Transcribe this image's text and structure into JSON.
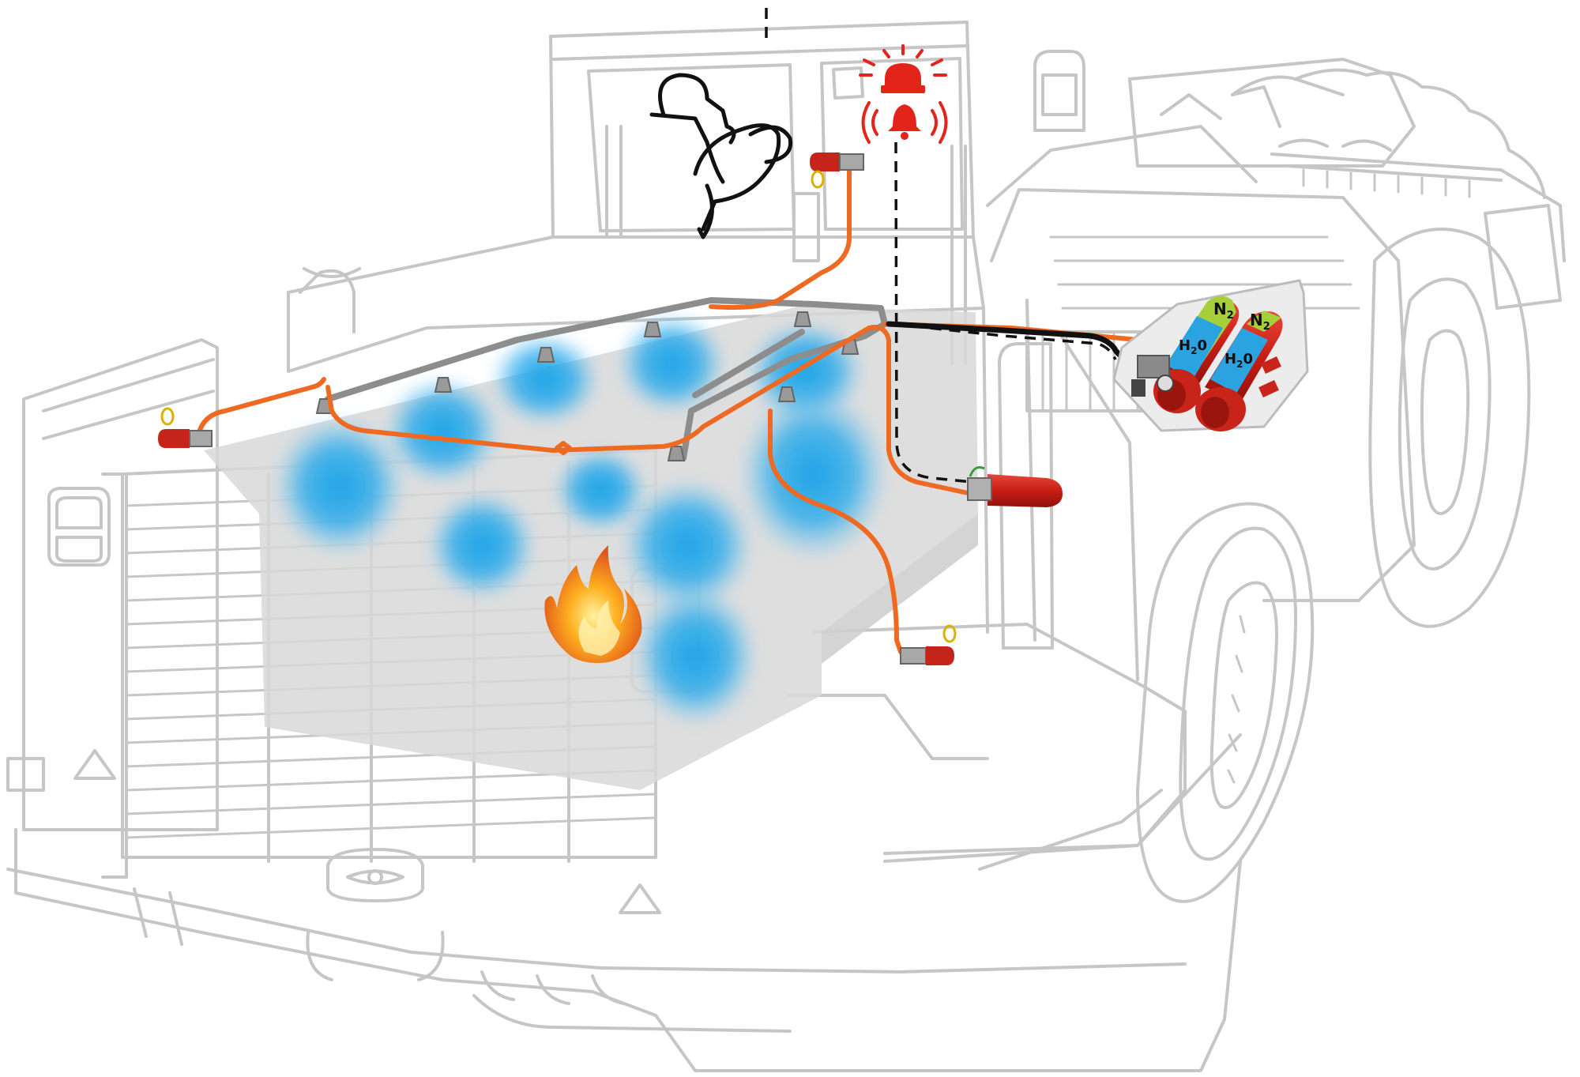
{
  "diagram": {
    "cylinders": [
      {
        "top_label": "N",
        "top_subscript": "2",
        "bottom_label": "H",
        "bottom_subscript": "2",
        "bottom_suffix": "0"
      },
      {
        "top_label": "N",
        "top_subscript": "2",
        "bottom_label": "H",
        "bottom_subscript": "2",
        "bottom_suffix": "0"
      }
    ],
    "colors": {
      "vehicle_outline": "#c6c6c6",
      "distribution_pipe": "#ee6a22",
      "nozzle_manifold": "#8d8d8d",
      "mist": "#1aa3e8",
      "nitrogen_band": "#a6cf3a",
      "water_band": "#2aa3e0",
      "cylinder_red": "#d4261c",
      "alarm_red": "#e3241b",
      "enclosure_grey": "#d8d8d8"
    },
    "icons": [
      "vehicle-outline-icon",
      "operator-icon",
      "alarm-beacon-icon",
      "fire-icon",
      "extinguisher-cylinder-icon",
      "nozzle-icon",
      "manual-actuator-icon"
    ]
  }
}
